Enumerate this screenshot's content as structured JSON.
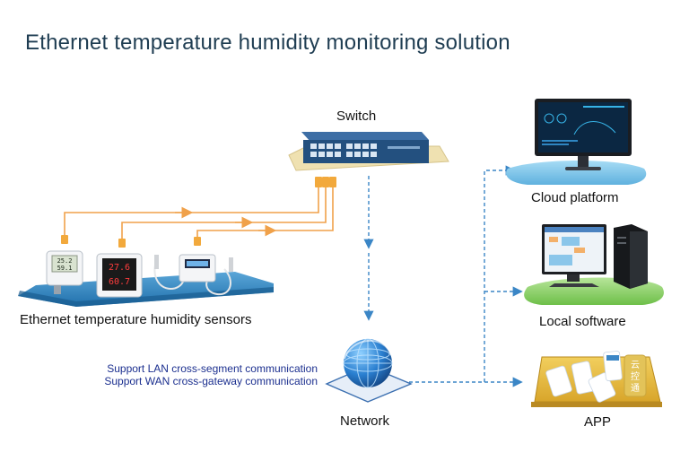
{
  "title": "Ethernet temperature humidity monitoring solution",
  "nodes": {
    "switch": "Switch",
    "sensors": "Ethernet temperature humidity sensors",
    "network": "Network",
    "cloud": "Cloud platform",
    "local": "Local software",
    "app": "APP"
  },
  "network_notes": [
    "Support LAN cross-segment communication",
    "Support WAN cross-gateway communication"
  ],
  "app_icon_text": [
    "云",
    "控",
    "通"
  ],
  "sensor_readings": {
    "sensor1": [
      "25.2",
      "59.1"
    ],
    "sensor2": [
      "27.6",
      "60.7"
    ]
  },
  "colors": {
    "title": "#1f3d52",
    "ethernet_line": "#f0a14a",
    "network_line": "#3b86c6",
    "support_text": "#1b2f8f"
  },
  "icons": {
    "switch": "network-switch-icon",
    "network": "globe-icon",
    "cloud": "monitor-icon",
    "local": "desktop-computer-icon",
    "app": "mobile-app-icon"
  }
}
